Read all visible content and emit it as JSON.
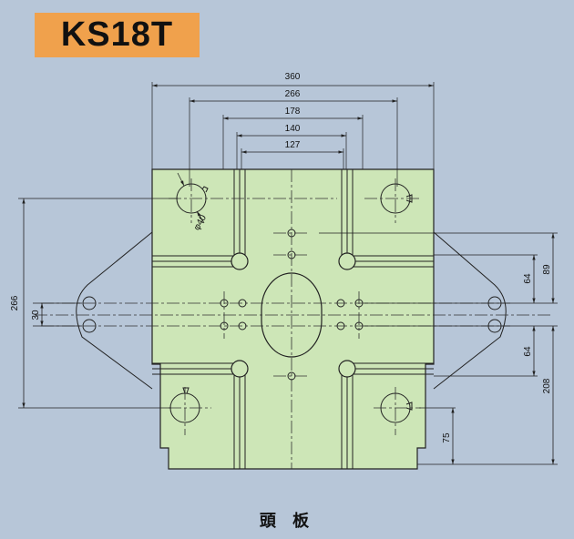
{
  "model": "KS18T",
  "caption": "頭 板",
  "dimensions": {
    "w360": "360",
    "w266": "266",
    "w178": "178",
    "w140": "140",
    "w127": "127",
    "h266": "266",
    "d30": "30",
    "phi40": "φ40",
    "d64_top": "64",
    "d89": "89",
    "d64_bottom": "64",
    "d208": "208",
    "d75": "75"
  },
  "colors": {
    "background": "#b7c6d8",
    "badge": "#f0a14c",
    "plate": "#cde6b7",
    "line": "#222222"
  }
}
